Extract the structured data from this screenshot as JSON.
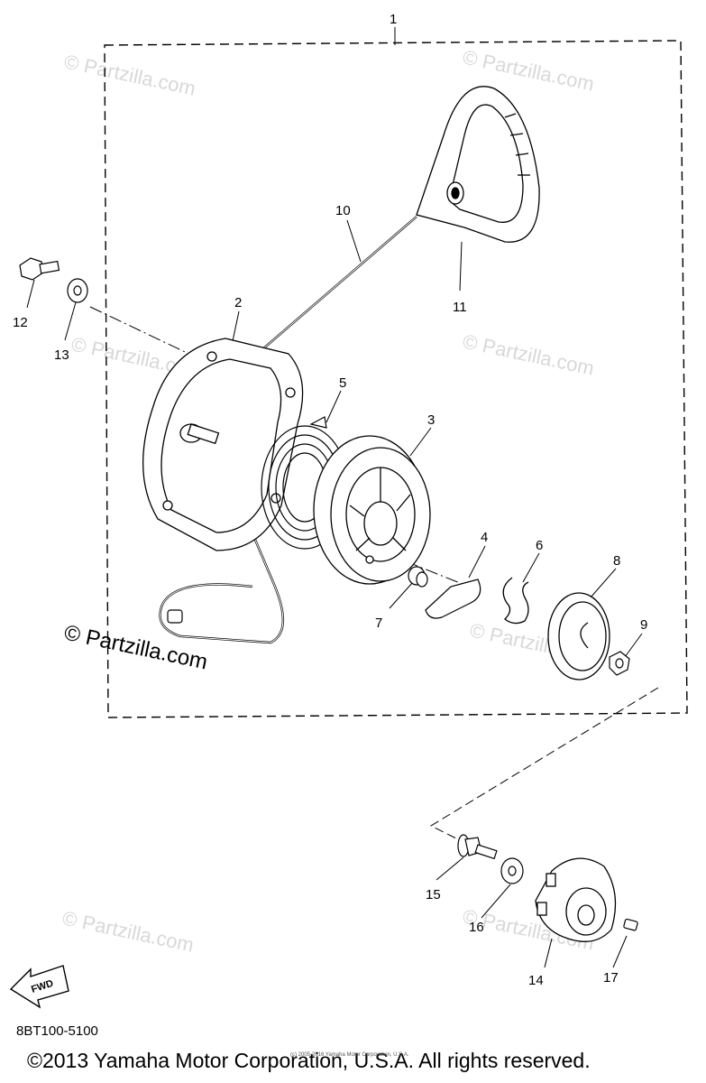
{
  "callouts": {
    "c1": "1",
    "c2": "2",
    "c3": "3",
    "c4": "4",
    "c5": "5",
    "c6": "6",
    "c7": "7",
    "c8": "8",
    "c9": "9",
    "c10": "10",
    "c11": "11",
    "c12": "12",
    "c13": "13",
    "c14": "14",
    "c15": "15",
    "c16": "16",
    "c17": "17"
  },
  "watermark": {
    "faint": "© Partzilla.com",
    "strong": "© Partzilla.com"
  },
  "fwd_label": "FWD",
  "diagram_code": "8BT100-5100",
  "copyright": "©2013 Yamaha Motor Corporation, U.S.A. All rights reserved.",
  "fine_print": "(c) 2005-2016 Yamaha Motor Corporation, U.S.A."
}
